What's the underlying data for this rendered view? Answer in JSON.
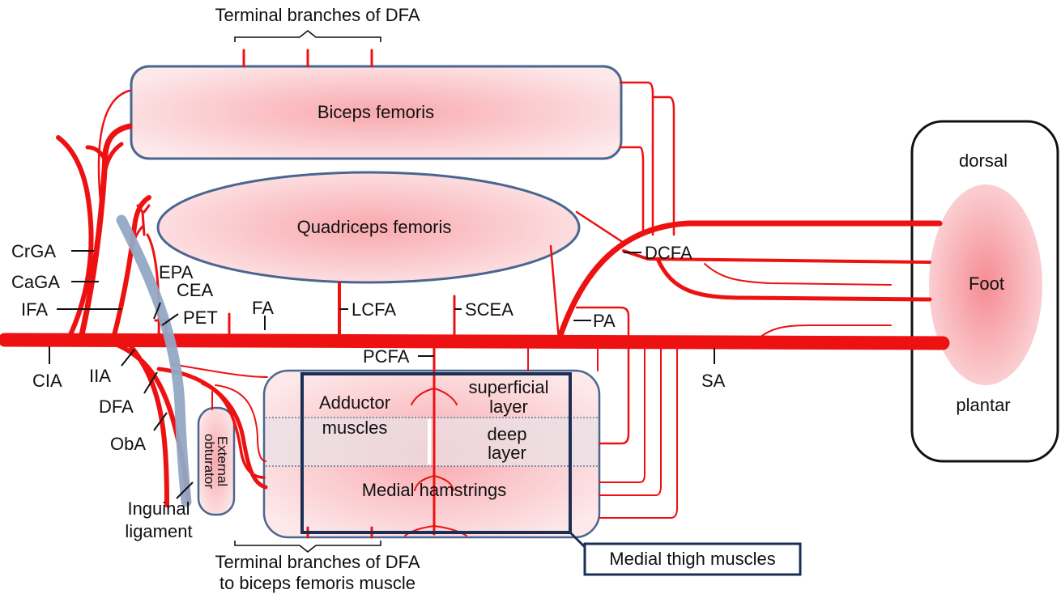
{
  "colors": {
    "artery": "#ee1111",
    "muscle_fill_center": "#f8a9ae",
    "muscle_fill_edge": "#fde8ea",
    "muscle_border": "#4a6690",
    "ligament": "#93a8c4",
    "medial_box_border": "#1b2f55",
    "foot_fill": "#f7a0a5",
    "text": "#111111"
  },
  "muscles": {
    "biceps": "Biceps femoris",
    "quadriceps": "Quadriceps femoris",
    "adductor_line1": "Adductor",
    "adductor_line2": "muscles",
    "superficial_line1": "superficial",
    "superficial_line2": "layer",
    "deep_line1": "deep",
    "deep_line2": "layer",
    "medial_hamstrings": "Medial hamstrings",
    "external_obturator_line1": "External",
    "external_obturator_line2": "obturator"
  },
  "foot": {
    "dorsal": "dorsal",
    "center": "Foot",
    "plantar": "plantar"
  },
  "braces": {
    "top": "Terminal branches of DFA",
    "bottom_line1": "Terminal branches of DFA",
    "bottom_line2": "to biceps femoris muscle"
  },
  "medial_thigh_label": "Medial thigh muscles",
  "artery_labels": {
    "crga": "CrGA",
    "caga": "CaGA",
    "ifa": "IFA",
    "epa": "EPA",
    "cea": "CEA",
    "pet": "PET",
    "fa": "FA",
    "lcfa": "LCFA",
    "scea": "SCEA",
    "dcfa": "DCFA",
    "pa": "PA",
    "pcfa": "PCFA",
    "sa": "SA",
    "cia": "CIA",
    "iia": "IIA",
    "dfa": "DFA",
    "oba": "ObA",
    "inguinal_line1": "Inguinal",
    "inguinal_line2": "ligament"
  }
}
